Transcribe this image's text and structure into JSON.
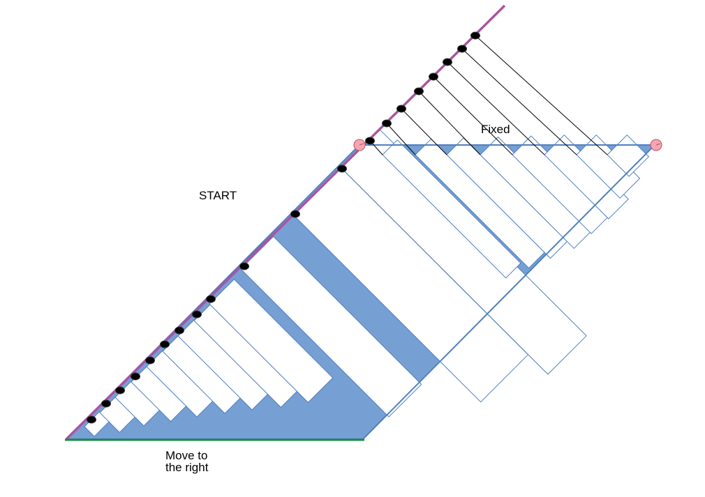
{
  "labels": {
    "start": "START",
    "fixed": "Fixed",
    "move_line1": "Move to",
    "move_line2": "the right"
  },
  "colors": {
    "fill_blue": "#769fd3",
    "stroke_blue": "#4f7fc0",
    "diagonal_purple": "#a855a0",
    "baseline_green": "#1a8a4a",
    "pin_pink": "#f4a7b3",
    "pin_stroke": "#c0505f",
    "dot_black": "#000000"
  },
  "icons": {
    "pin": "pin-circle-icon",
    "dot": "black-dot-icon"
  }
}
